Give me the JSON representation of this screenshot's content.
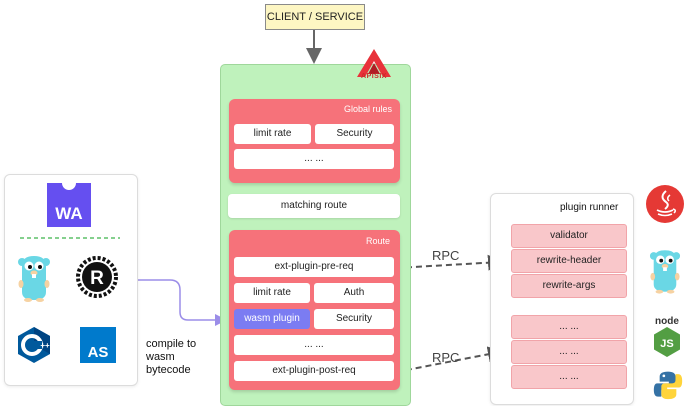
{
  "client": {
    "label": "CLIENT / SERVICE"
  },
  "apisix": {
    "logo_text": "APISIX",
    "global_rules": {
      "title": "Global rules",
      "cells": [
        "limit rate",
        "Security",
        "... ..."
      ]
    },
    "matching_route": "matching route",
    "route": {
      "title": "Route",
      "cells": {
        "pre_req": "ext-plugin-pre-req",
        "limit_rate": "limit rate",
        "auth": "Auth",
        "wasm_plugin": "wasm plugin",
        "security": "Security",
        "ellipsis": "... ...",
        "post_req": "ext-plugin-post-req"
      }
    }
  },
  "languages": {
    "wa_text": "WA",
    "as_text": "AS",
    "compile_label": [
      "compile to",
      "wasm",
      "bytecode"
    ],
    "icons": [
      "webassembly-icon",
      "go-gopher-icon",
      "rust-icon",
      "cpp-icon",
      "assemblyscript-icon"
    ]
  },
  "rpc_labels": [
    "RPC",
    "RPC"
  ],
  "plugin_runner": {
    "title": "plugin runner",
    "group1": [
      "validator",
      "rewrite-header",
      "rewrite-args"
    ],
    "group2": [
      "... ...",
      "... ...",
      "... ..."
    ]
  },
  "runner_icons": [
    "java-icon",
    "go-gopher-icon",
    "nodejs-icon",
    "python-icon"
  ],
  "colors": {
    "apisix_bg": "#bff2bc",
    "red_box": "#f6727a",
    "wasm_plugin": "#7b7cf2",
    "runner_item": "#f9c7ca",
    "client_bg": "#fdf6c3"
  }
}
